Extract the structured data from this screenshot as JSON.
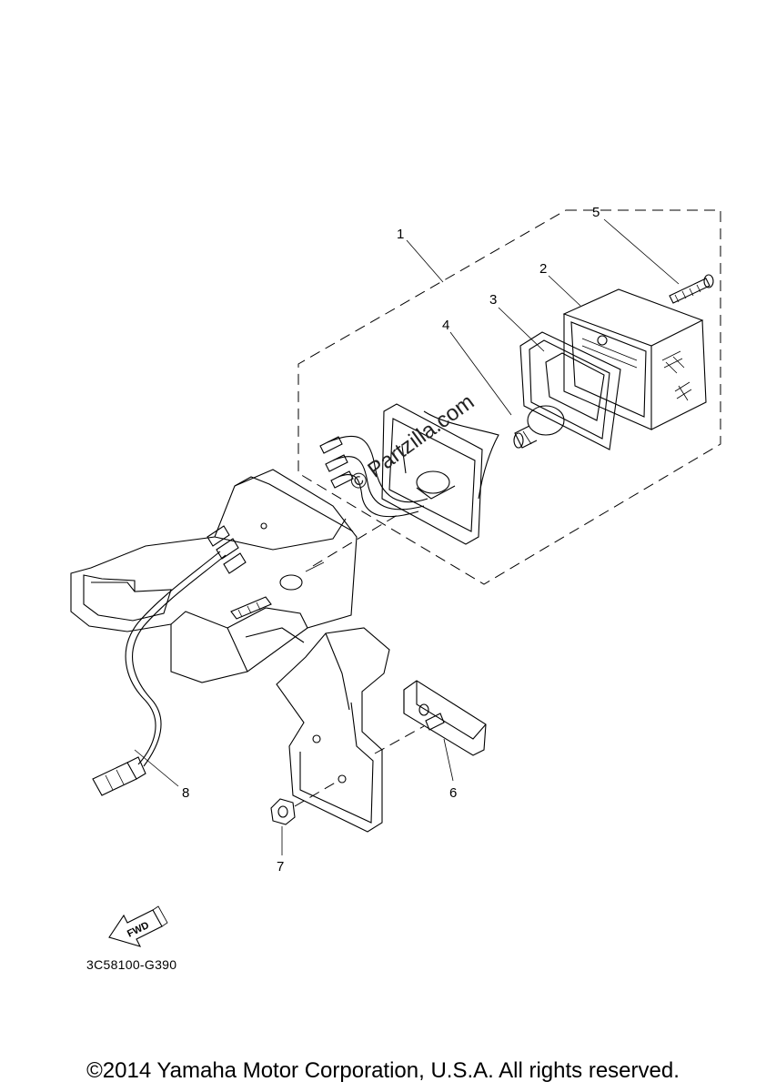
{
  "callouts": {
    "p1": "1",
    "p2": "2",
    "p3": "3",
    "p4": "4",
    "p5": "5",
    "p6": "6",
    "p7": "7",
    "p8": "8"
  },
  "watermark": "© Partzilla.com",
  "fwd_label": "FWD",
  "diagram_code": "3C58100-G390",
  "copyright": "©2014 Yamaha Motor Corporation, U.S.A. All rights reserved."
}
